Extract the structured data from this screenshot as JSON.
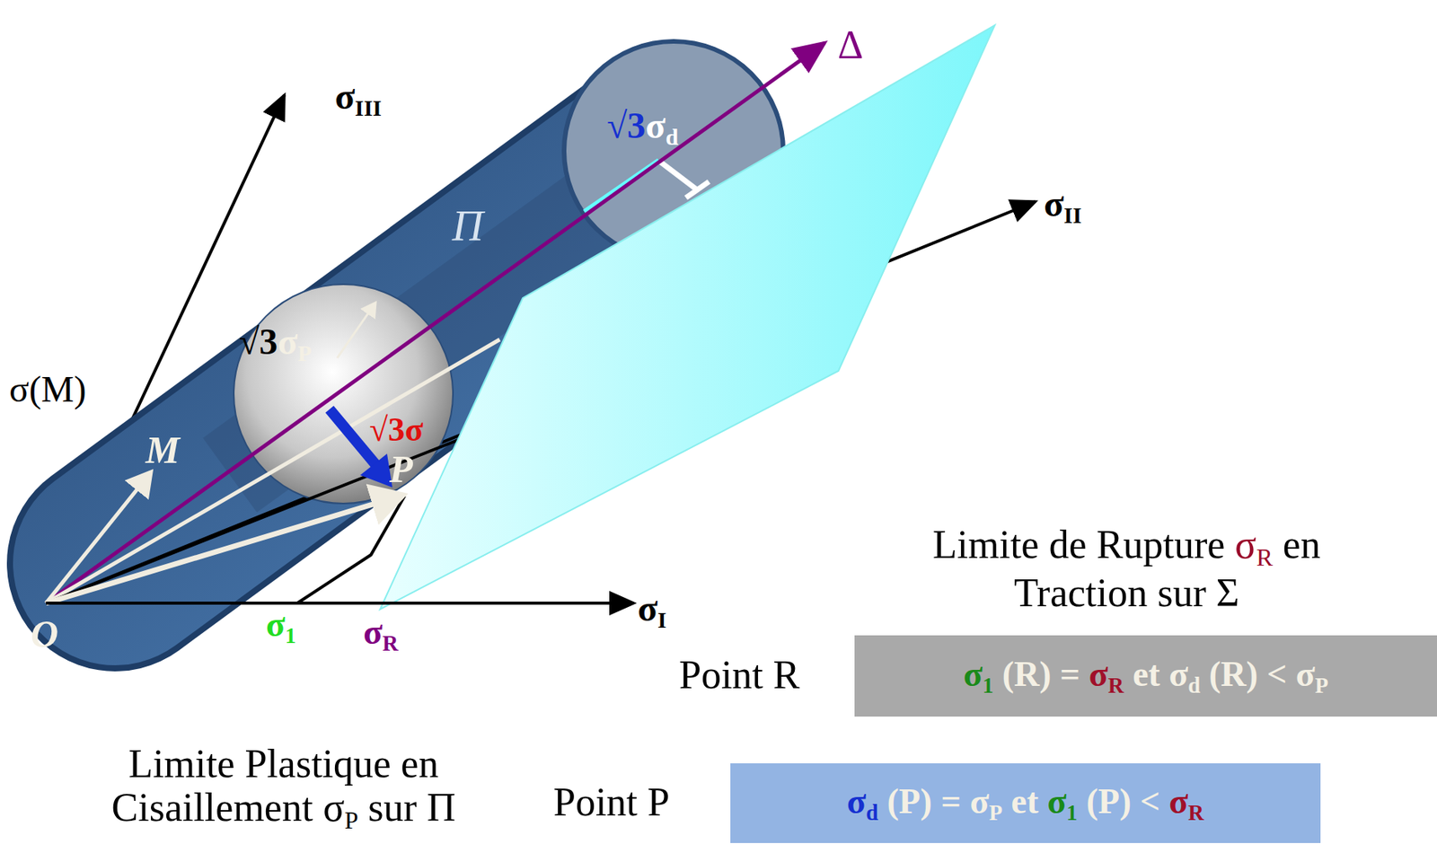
{
  "diagram": {
    "nodes": [
      {
        "text": [
          "σ1 (R) = σR et σd (R) < σP"
        ]
      },
      {
        "text": [
          "σd (P) = σP et σ1 (P) < σR"
        ]
      }
    ],
    "labels": [
      "σIII",
      "σII",
      "Δ",
      "√3σd",
      "Π",
      "√3σP",
      "σ(M)",
      "√3σ",
      "M",
      "P",
      "O",
      "σ1",
      "σR",
      "σI",
      "Limite de Rupture σR en Traction sur Σ",
      "Point R",
      "Point P",
      "Limite Plastique en Cisaillement σP sur Π"
    ]
  }
}
